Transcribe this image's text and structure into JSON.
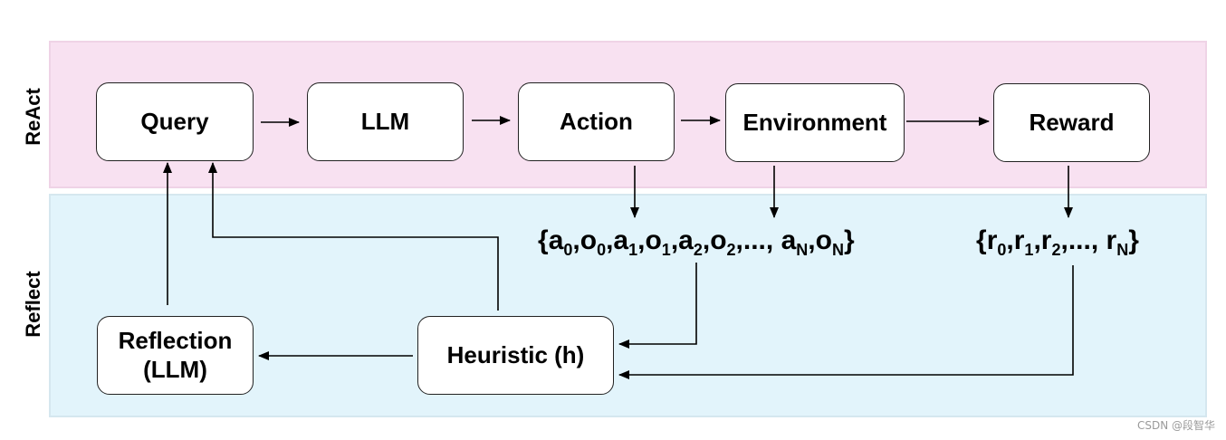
{
  "bands": {
    "react_label": "ReAct",
    "reflect_label": "Reflect"
  },
  "nodes": {
    "query": "Query",
    "llm": "LLM",
    "action": "Action",
    "environment": "Environment",
    "reward": "Reward",
    "reflection_line1": "Reflection",
    "reflection_line2": "(LLM)",
    "heuristic": "Heuristic (h)"
  },
  "sequences": {
    "actions": {
      "open": "{",
      "terms": [
        {
          "base": "a",
          "sub": "0"
        },
        {
          "base": "o",
          "sub": "0"
        },
        {
          "base": "a",
          "sub": "1"
        },
        {
          "base": "o",
          "sub": "1"
        },
        {
          "base": "a",
          "sub": "2"
        },
        {
          "base": "o",
          "sub": "2"
        },
        {
          "text": "..."
        },
        {
          "base": "a",
          "sub": "N"
        },
        {
          "base": "o",
          "sub": "N"
        }
      ],
      "close": "}"
    },
    "rewards": {
      "open": "{",
      "terms": [
        {
          "base": "r",
          "sub": "0"
        },
        {
          "base": "r",
          "sub": "1"
        },
        {
          "base": "r",
          "sub": "2"
        },
        {
          "text": "..."
        },
        {
          "base": "r",
          "sub": "N"
        }
      ],
      "close": "}"
    }
  },
  "watermark": "CSDN @段智华",
  "colors": {
    "react_band": "#f8e1f1",
    "reflect_band": "#e2f4fb",
    "node_fill": "#ffffff",
    "stroke": "#000000"
  }
}
